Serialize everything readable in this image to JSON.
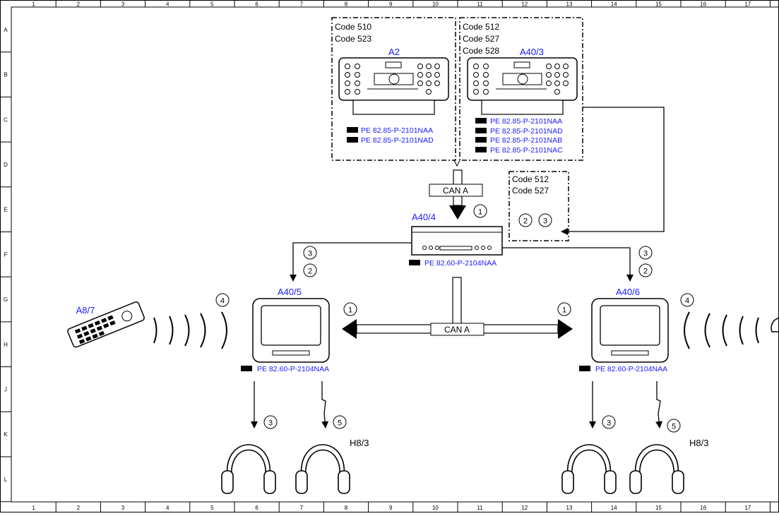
{
  "grid": {
    "columns": [
      "1",
      "2",
      "3",
      "4",
      "5",
      "6",
      "7",
      "8",
      "9",
      "10",
      "11",
      "12",
      "13",
      "14",
      "15",
      "16",
      "17"
    ],
    "rows": [
      "A",
      "B",
      "C",
      "D",
      "E",
      "F",
      "G",
      "H",
      "J",
      "K",
      "L"
    ]
  },
  "boxes": {
    "a2_box": {
      "codes": [
        "Code 510",
        "Code 523"
      ],
      "label": "A2",
      "refs": [
        "PE 82.85-P-2101NAA",
        "PE 82.85-P-2101NAD"
      ]
    },
    "a40_3_box": {
      "codes": [
        "Code 512",
        "Code 527",
        "Code 528"
      ],
      "label": "A40/3",
      "refs": [
        "PE 82.85-P-2101NAA",
        "PE 82.85-P-2101NAD",
        "PE 82.85-P-2101NAB",
        "PE 82.85-P-2101NAC"
      ]
    },
    "small_code_box": {
      "codes": [
        "Code 512",
        "Code 527"
      ]
    }
  },
  "components": {
    "a40_4": {
      "label": "A40/4",
      "ref": "PE 82.60-P-2104NAA"
    },
    "a40_5": {
      "label": "A40/5",
      "ref": "PE 82.60-P-2104NAA"
    },
    "a40_6": {
      "label": "A40/6",
      "ref": "PE 82.60-P-2104NAA"
    },
    "a8_7": {
      "label": "A8/7"
    },
    "h8_3_left": {
      "label": "H8/3"
    },
    "h8_3_right": {
      "label": "H8/3"
    }
  },
  "buses": {
    "can_top": "CAN A",
    "can_mid": "CAN A"
  },
  "callouts": {
    "n1": "1",
    "n2": "2",
    "n3": "3",
    "n4": "4",
    "n5": "5"
  }
}
